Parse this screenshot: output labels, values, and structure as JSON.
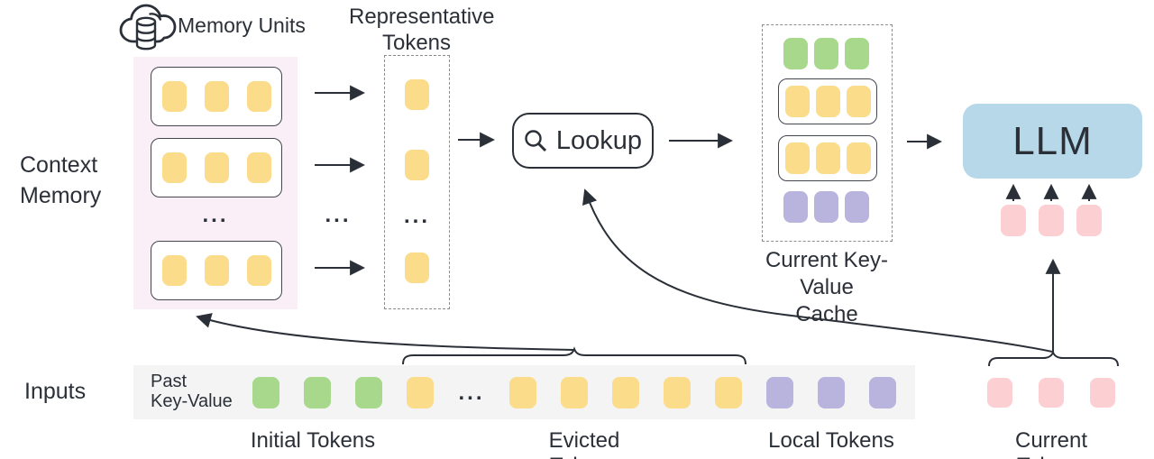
{
  "palette": {
    "ink": "#2b3038",
    "token_yellow": "#fbdc8a",
    "token_green": "#a7d88c",
    "token_purple": "#b9b4de",
    "token_pink": "#fccfd3",
    "llm_blue": "#b6d8e9",
    "memory_bg": "#faeff7",
    "input_bar_bg": "#f3f4f3",
    "dash_border": "#8c8c8c"
  },
  "labels": {
    "memory_units": "Memory Units",
    "representative_tokens_line1": "Representative",
    "representative_tokens_line2": "Tokens",
    "context_memory_line1": "Context",
    "context_memory_line2": "Memory",
    "lookup": "Lookup",
    "current_kv_cache_line1": "Current Key-Value",
    "current_kv_cache_line2": "Cache",
    "llm": "LLM",
    "inputs": "Inputs",
    "past_kv_line1": "Past",
    "past_kv_line2": "Key-Value",
    "initial_tokens": "Initial Tokens",
    "evicted_tokens": "Evicted Tokens",
    "local_tokens": "Local Tokens",
    "current_tokens": "Current Tokens",
    "ellipsis": "..."
  },
  "icons": {
    "memory_units": "cloud-database-icon",
    "lookup": "search-icon"
  },
  "tokens": {
    "memory_unit_rows": [
      [
        "yellow",
        "yellow",
        "yellow"
      ],
      [
        "yellow",
        "yellow",
        "yellow"
      ],
      [
        "yellow",
        "yellow",
        "yellow"
      ]
    ],
    "representative": [
      "yellow",
      "yellow",
      "dots",
      "yellow"
    ],
    "cache_rows": [
      {
        "boxed": false,
        "tokens": [
          "green",
          "green",
          "green"
        ]
      },
      {
        "boxed": true,
        "tokens": [
          "yellow",
          "yellow",
          "yellow"
        ]
      },
      {
        "boxed": true,
        "tokens": [
          "yellow",
          "yellow",
          "yellow"
        ]
      },
      {
        "boxed": false,
        "tokens": [
          "purple",
          "purple",
          "purple"
        ]
      }
    ],
    "input_sequence": [
      "green",
      "green",
      "green",
      "yellow",
      "dots",
      "yellow",
      "yellow",
      "yellow",
      "yellow",
      "yellow",
      "purple",
      "purple",
      "purple"
    ],
    "llm_inputs": [
      "pink",
      "pink",
      "pink"
    ],
    "current": [
      "pink",
      "pink",
      "pink"
    ]
  },
  "flows": {
    "evicted_to_memory": "evicted tokens are stored into context memory",
    "current_to_lookup": "current tokens query the lookup",
    "memory_to_representative": "each memory unit emits a representative token",
    "lookup_to_cache": "lookup builds the current key-value cache",
    "cache_to_llm": "cache is fed to the LLM"
  }
}
